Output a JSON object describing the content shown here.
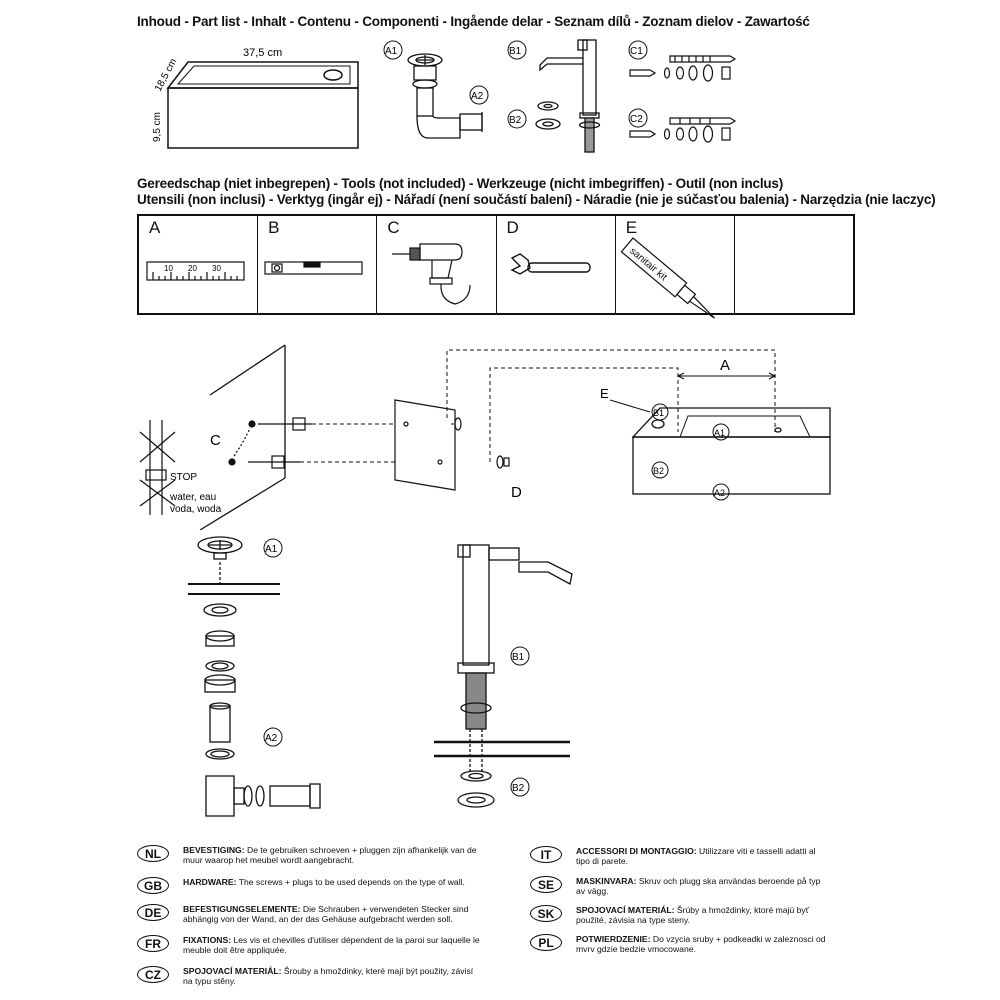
{
  "headings": {
    "parts": "Inhoud - Part list - Inhalt - Contenu - Componenti - Ingående delar - Seznam dílů - Zoznam dielov - Zawartość",
    "tools_line1": "Gereedschap (niet inbegrepen) - Tools (not included) -  Werkzeuge (nicht imbegriffen) - Outil (non inclus)",
    "tools_line2": "Utensili (non inclusi) - Verktyg (ingår ej) - Nářadí (není součástí balení) - Náradie (nie je súčasťou balenia) - Narzędzia (nie laczyc)"
  },
  "parts": {
    "width_dim": "37,5 cm",
    "depth_dim": "18,5 cm",
    "height_dim": "9,5 cm",
    "labels": [
      "A1",
      "A2",
      "B1",
      "B2",
      "C1",
      "C2"
    ]
  },
  "tools": {
    "cells": [
      "A",
      "B",
      "C",
      "D",
      "E",
      ""
    ],
    "ruler_ticks": [
      "10",
      "20",
      "30"
    ],
    "sealant_label": "sanitair kit"
  },
  "install": {
    "stop_label": "STOP",
    "water_line1": "water, eau",
    "water_line2": "voda, woda",
    "screw_label": "C",
    "plug_label": "D",
    "dimension_label": "A",
    "sealant_callout": "E",
    "basin_labels": [
      "B1",
      "A1",
      "B2",
      "A2"
    ]
  },
  "assembly": {
    "drain_labels": [
      "A1",
      "A2"
    ],
    "tap_labels": [
      "B1",
      "B2"
    ]
  },
  "hardware": [
    {
      "code": "NL",
      "title": "BEVESTIGING:",
      "text": " De te gebruiken schroeven + pluggen zijn afhankelijk van de muur waarop het meubel wordt aangebracht."
    },
    {
      "code": "GB",
      "title": "HARDWARE:",
      "text": " The screws + plugs to be used depends on the type of wall."
    },
    {
      "code": "DE",
      "title": "BEFESTIGUNGSELEMENTE:",
      "text": " Die Schrauben + verwendeten Stecker sind abhängig von der Wand, an der das Gehäuse aufgebracht werden soll."
    },
    {
      "code": "FR",
      "title": "FIXATIONS:",
      "text": " Les vis et chevilles d'utiliser dépendent de la paroi sur laquelle le meuble doit être appliquée."
    },
    {
      "code": "CZ",
      "title": "SPOJOVACÍ MATERIÁL:",
      "text": " Šrouby a hmoždinky, které mají být použity, závisí na typu stěny."
    },
    {
      "code": "IT",
      "title": "ACCESSORI DI MONTAGGIO:",
      "text": " Utilizzare viti e tasselli adatti al tipo di parete."
    },
    {
      "code": "SE",
      "title": "MASKINVARA:",
      "text": " Skruv och plugg ska användas beroende på typ av vägg."
    },
    {
      "code": "SK",
      "title": "SPOJOVACÍ MATERIÁL:",
      "text": " Šrúby a hmoždinky, ktoré majú byť použité, závisia na type steny."
    },
    {
      "code": "PL",
      "title": "POTWIERDZENIE:",
      "text": " Do vzycia sruby + podkeadki w zaleznosci od mvrv gdzie bedzie vmocowane."
    }
  ]
}
